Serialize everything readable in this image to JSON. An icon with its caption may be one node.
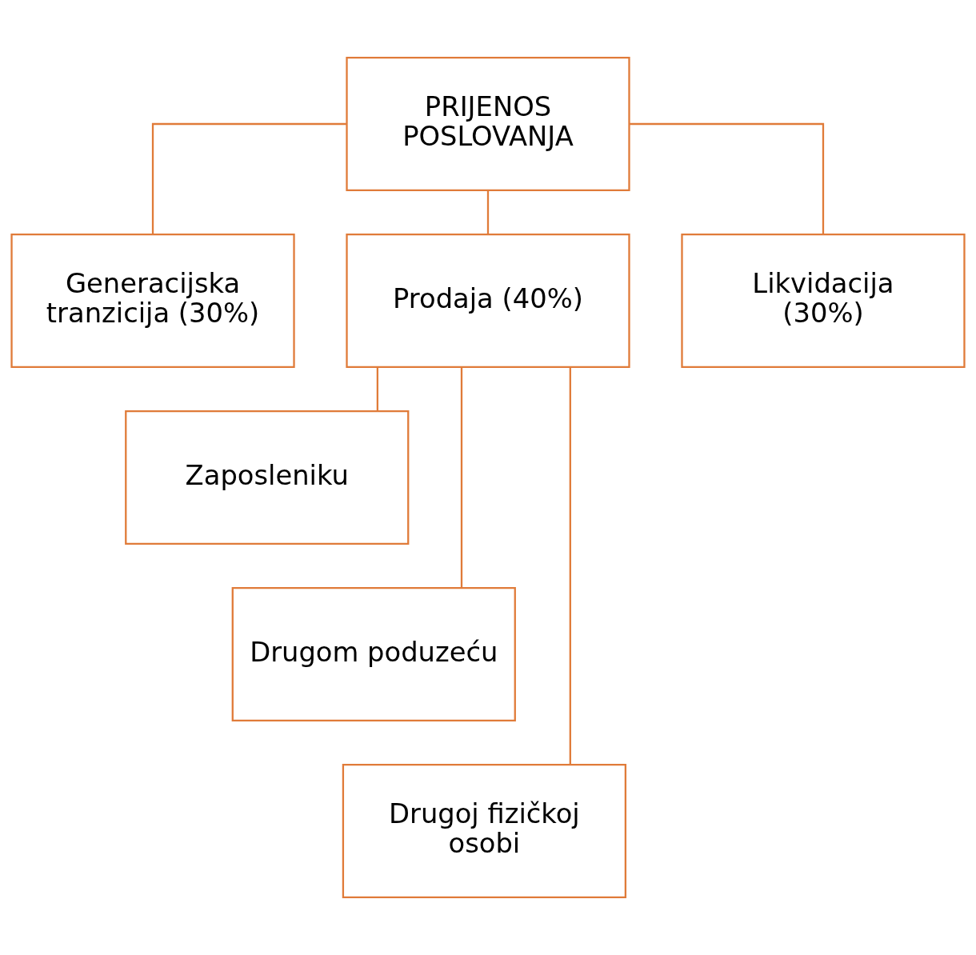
{
  "diagram": {
    "nodes": [
      {
        "text": [
          "PRIJENOS POSLOVANJA"
        ]
      },
      {
        "text": [
          "Generacijska tranzicija (30%)"
        ]
      },
      {
        "text": [
          "Prodaja (40%)"
        ]
      },
      {
        "text": [
          "Likvidacija (30%)"
        ]
      },
      {
        "text": [
          "Zaposleniku"
        ]
      },
      {
        "text": [
          "Drugom poduzeću"
        ]
      },
      {
        "text": [
          "Drugoj fizičkoj osobi"
        ]
      }
    ],
    "edges": [
      {
        "from": 0,
        "to": 1,
        "arrow": "none"
      },
      {
        "from": 0,
        "to": 2,
        "arrow": "none"
      },
      {
        "from": 0,
        "to": 3,
        "arrow": "none"
      },
      {
        "from": 2,
        "to": 4,
        "arrow": "none"
      },
      {
        "from": 2,
        "to": 5,
        "arrow": "none"
      },
      {
        "from": 2,
        "to": 6,
        "arrow": "none"
      }
    ]
  }
}
